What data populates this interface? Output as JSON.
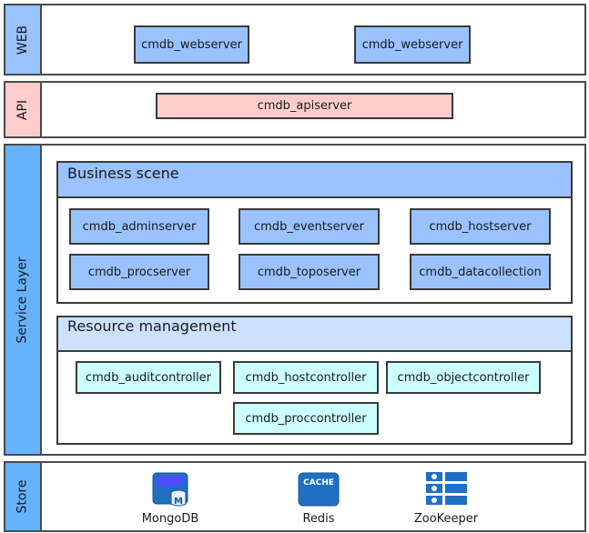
{
  "layers": {
    "web": {
      "label": "WEB",
      "color": "#99c2ff"
    },
    "api": {
      "label": "API",
      "color": "#ffcccc"
    },
    "service": {
      "label": "Service Layer",
      "color": "#66b2ff"
    },
    "store": {
      "label": "Store",
      "color": "#66b2ff"
    }
  },
  "web": {
    "boxes": [
      "cmdb_webserver",
      "cmdb_webserver"
    ]
  },
  "api": {
    "box": "cmdb_apiserver"
  },
  "business": {
    "title": "Business scene",
    "boxes": [
      "cmdb_adminserver",
      "cmdb_eventserver",
      "cmdb_hostserver",
      "cmdb_procserver",
      "cmdb_toposerver",
      "cmdb_datacollection"
    ]
  },
  "resource": {
    "title": "Resource management",
    "boxes": [
      "cmdb_auditcontroller",
      "cmdb_hostcontroller",
      "cmdb_objectcontroller",
      "cmdb_proccontroller"
    ]
  },
  "store": {
    "items": [
      {
        "label": "MongoDB",
        "icon": "mongodb-icon",
        "glyph": "M"
      },
      {
        "label": "Redis",
        "icon": "redis-cache-icon",
        "glyph": "CACHE"
      },
      {
        "label": "ZooKeeper",
        "icon": "zookeeper-icon"
      }
    ]
  },
  "colors": {
    "blue_box": "#99c2ff",
    "pink_box": "#ffcccc",
    "cyan_box": "#ccffff",
    "header_blue": "#99c2ff",
    "header_light": "#cce0ff"
  }
}
